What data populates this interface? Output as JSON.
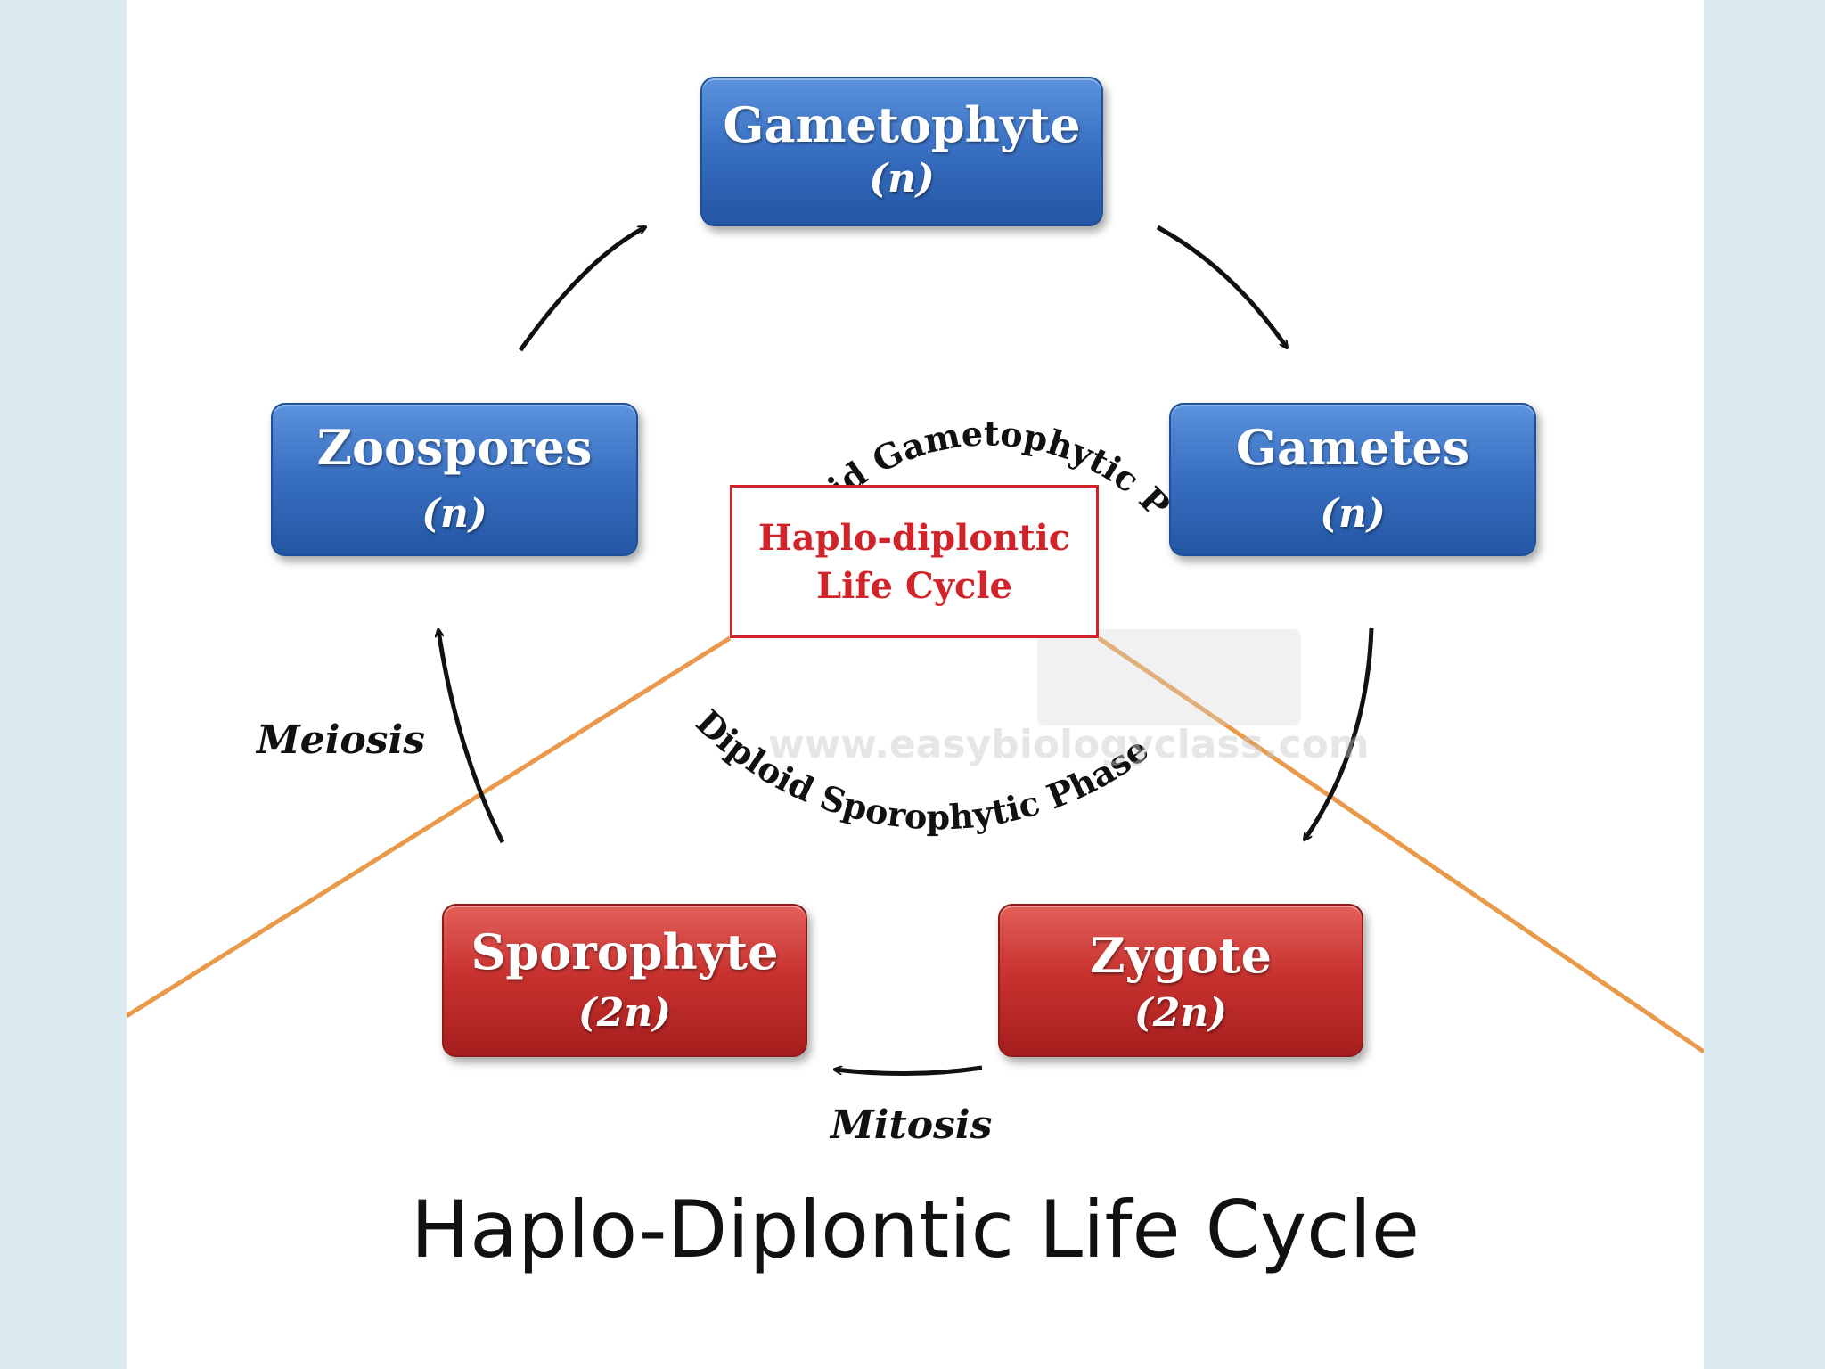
{
  "nodes": {
    "gametophyte": {
      "name": "Gametophyte",
      "ploidy": "(n)"
    },
    "gametes": {
      "name": "Gametes",
      "ploidy": "(n)"
    },
    "zygote": {
      "name": "Zygote",
      "ploidy": "(2n)"
    },
    "sporophyte": {
      "name": "Sporophyte",
      "ploidy": "(2n)"
    },
    "zoospores": {
      "name": "Zoospores",
      "ploidy": "(n)"
    }
  },
  "center": {
    "line1": "Haplo-diplontic",
    "line2": "Life Cycle"
  },
  "phases": {
    "haploid": "Haploid Gametophytic Phase",
    "diploid": "Diploid Sporophytic Phase"
  },
  "processes": {
    "meiosis": "Meiosis",
    "mitosis": "Mitosis"
  },
  "watermark": "www.easybiologyclass.com",
  "title": "Haplo-Diplontic Life Cycle",
  "colors": {
    "haploid_box": "#2f65b6",
    "diploid_box": "#c22d2a",
    "center_border": "#d0242a",
    "orange_lines": "#e89a4a",
    "background": "#dcebf1"
  }
}
